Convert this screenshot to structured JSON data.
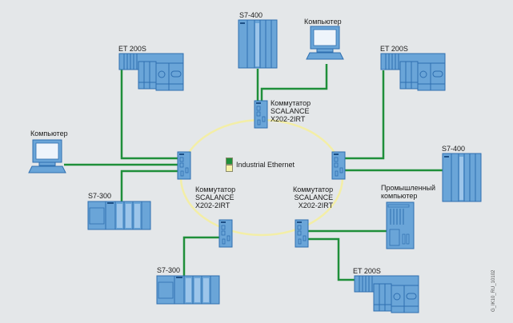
{
  "colors": {
    "background": "#e4e7e9",
    "ethernet_line": "#1f8f3a",
    "ring": "#f3eea6",
    "device_fill": "#6aa5d8",
    "device_stroke": "#2f6fb0"
  },
  "legend": {
    "items": [
      {
        "color": "#1f8f3a",
        "label": ""
      },
      {
        "color": "#f7f2a8",
        "label": "Industrial Ethernet"
      }
    ],
    "label": "Industrial Ethernet"
  },
  "switches": {
    "top": "Коммутатор\nSCALANCE\nX202-2IRT",
    "bottom_left": "Коммутатор\nSCALANCE\nX202-2IRT",
    "bottom_right": "Коммутатор\nSCALANCE\nX202-2IRT"
  },
  "devices": {
    "s7_400_top": "S7-400",
    "computer_top": "Компьютер",
    "et200s_top_left": "ET 200S",
    "et200s_top_right": "ET 200S",
    "computer_left": "Компьютер",
    "s7_400_right": "S7-400",
    "industrial_pc": "Промышленный\nкомпьютер",
    "s7_300_left": "S7-300",
    "s7_300_bottom": "S7-300",
    "et200s_bottom": "ET 200S"
  },
  "figure_code": "G_IK10_RU_10102"
}
